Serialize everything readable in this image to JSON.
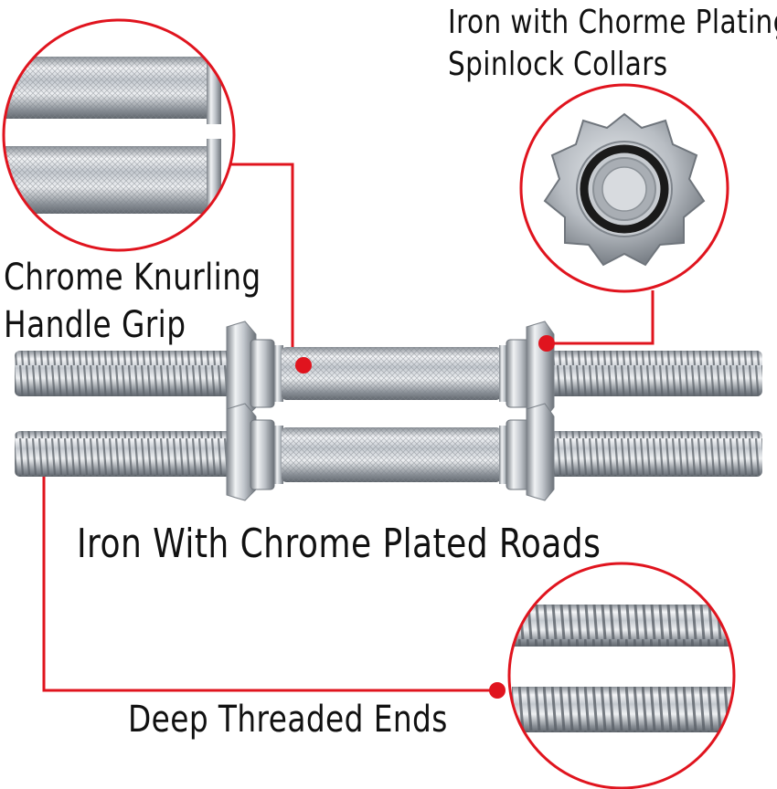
{
  "labels": {
    "plating_line1": "Iron with Chorme Plating",
    "plating_line2": "Spinlock Collars",
    "knurling_line1": "Chrome Knurling",
    "knurling_line2": "Handle Grip",
    "rods": "Iron With Chrome Plated Roads",
    "threads": "Deep Threaded Ends"
  },
  "colors": {
    "background": "#ffffff",
    "callout_red": "#e0141e",
    "chrome_light": "#f2f3f5",
    "chrome_mid": "#b9bec4",
    "chrome_dark": "#6d737a",
    "text": "#111111"
  },
  "icons": {
    "knurl_zoom": "knurled-handle-closeup-icon",
    "collar_zoom": "spinlock-collar-icon",
    "thread_zoom": "threaded-end-closeup-icon"
  }
}
